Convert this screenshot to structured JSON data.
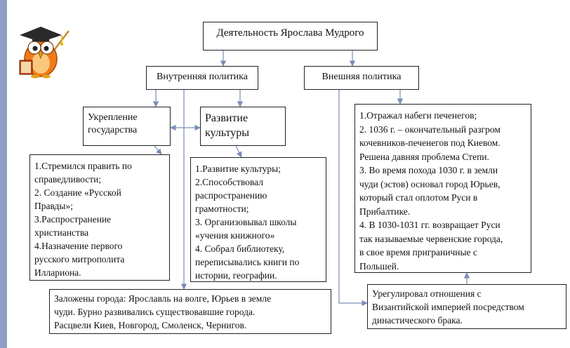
{
  "title": "Деятельность Ярослава Мудрого",
  "internal_policy": "Внутренняя политика",
  "external_policy": "Внешняя политика",
  "strengthen_state": "Укрепление\nгосударства",
  "culture_dev": "Развитие\nкультуры",
  "state_list": "1.Стремился  править  по\nсправедливости;\n2. Создание «Русской\nПравды»;\n3.Распространение\nхристианства\n4.Назначение первого\nрусского митрополита\nИллариона.",
  "culture_list": "1.Развитие культуры;\n2.Способствовал\nраспространению\nграмотности;\n3. Организовывал школы\n«учения книжного»\n4. Собрал библиотеку,\nпереписывались книги по\nистории, географии.",
  "external_list": "1.Отражал набеги печенегов;\n2. 1036 г. – окончательный разгром\nкочевников-печенегов под Киевом.\nРешена давняя проблема Степи.\n3. Во время похода 1030 г. в земли\nчуди (эстов) основал город Юрьев,\nкоторый стал оплотом Руси в\nПрибалтике.\n4. В 1030-1031 гг. возвращает Руси\nтак называемые червенские города,\nв свое время приграничные с\nПольшей.",
  "cities": "Заложены города: Ярославль на волге, Юрьев в земле\nчуди. Бурно развивались существовавшие города.\nРасцвели Киев, Новгород, Смоленск, Чернигов.",
  "byzantium": "Урегулировал отношения с\nВизантийской империей посредством\nдинастического брака.",
  "colors": {
    "sidebar": "#8f9ec4",
    "connector": "#7a8db8",
    "border": "#222222"
  }
}
